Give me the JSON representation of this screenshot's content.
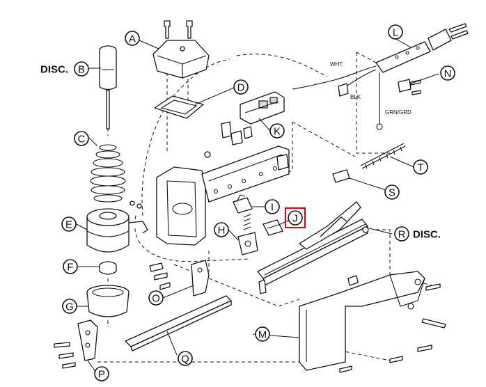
{
  "callouts": {
    "A": "A",
    "B": "B",
    "C": "C",
    "D": "D",
    "E": "E",
    "F": "F",
    "G": "G",
    "H": "H",
    "I": "I",
    "J": "J",
    "K": "K",
    "L": "L",
    "M": "M",
    "N": "N",
    "O": "O",
    "P": "P",
    "Q": "Q",
    "R": "R",
    "S": "S",
    "T": "T"
  },
  "disc_labels": {
    "B": "DISC.",
    "R": "DISC."
  },
  "wire_labels": {
    "white": "WHT",
    "black": "BLK",
    "ground": "GRN/GRD"
  },
  "highlighted_callout": "J",
  "colors": {
    "line": "#111111",
    "highlight": "#e00000",
    "background": "#ffffff"
  }
}
